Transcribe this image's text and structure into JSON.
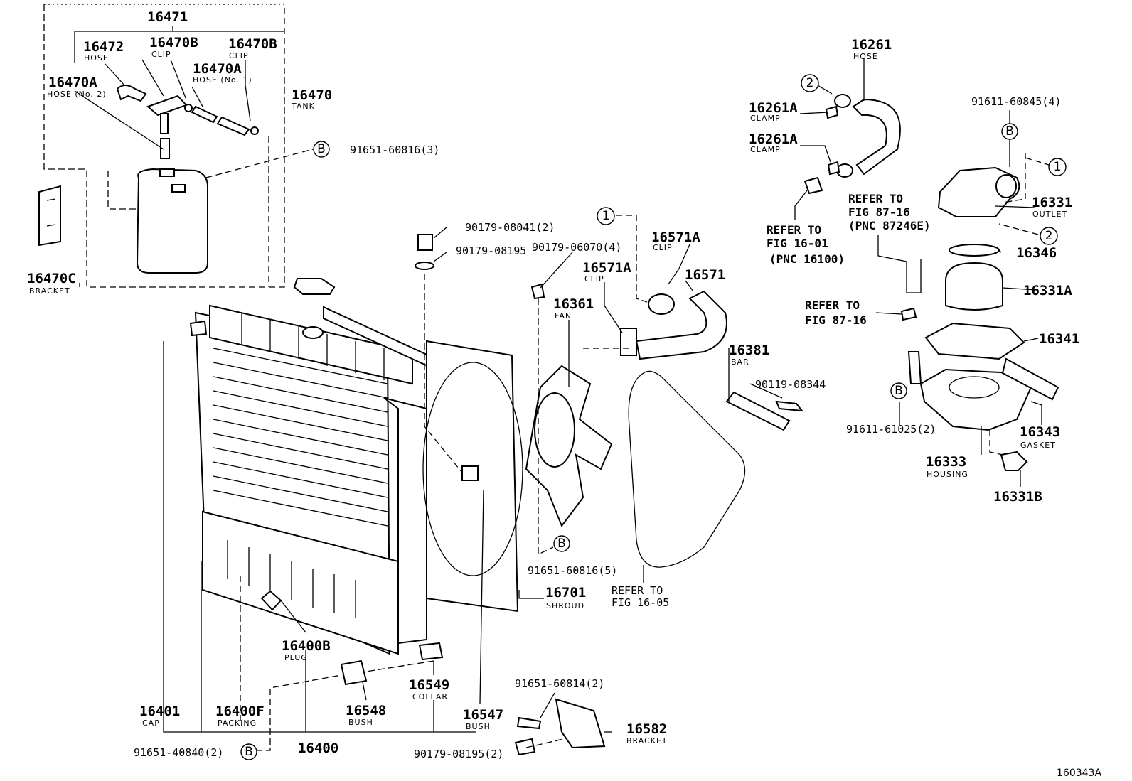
{
  "figure_id": "160343A",
  "labels": [
    {
      "id": "16471",
      "pn": "16471",
      "desc": ""
    },
    {
      "id": "16472",
      "pn": "16472",
      "desc": "HOSE"
    },
    {
      "id": "16470B-1",
      "pn": "16470B",
      "desc": "CLIP"
    },
    {
      "id": "16470B-2",
      "pn": "16470B",
      "desc": "CLIP"
    },
    {
      "id": "16470A-1",
      "pn": "16470A",
      "desc": "HOSE (No. 1)"
    },
    {
      "id": "16470A-2",
      "pn": "16470A",
      "desc": "HOSE (No. 2)"
    },
    {
      "id": "16470",
      "pn": "16470",
      "desc": "TANK"
    },
    {
      "id": "16470C",
      "pn": "16470C",
      "desc": "BRACKET"
    },
    {
      "id": "91651-60816-3",
      "pn": "91651-60816(3)",
      "desc": ""
    },
    {
      "id": "90179-08041",
      "pn": "90179-08041(2)",
      "desc": ""
    },
    {
      "id": "90179-08195-top",
      "pn": "90179-08195",
      "desc": ""
    },
    {
      "id": "90179-06070",
      "pn": "90179-06070(4)",
      "desc": ""
    },
    {
      "id": "16571A-1",
      "pn": "16571A",
      "desc": "CLIP"
    },
    {
      "id": "16571A-2",
      "pn": "16571A",
      "desc": "CLIP"
    },
    {
      "id": "16571",
      "pn": "16571",
      "desc": ""
    },
    {
      "id": "16361",
      "pn": "16361",
      "desc": "FAN"
    },
    {
      "id": "16381",
      "pn": "16381",
      "desc": "BAR"
    },
    {
      "id": "90119-08344",
      "pn": "90119-08344",
      "desc": ""
    },
    {
      "id": "91651-60816-5",
      "pn": "91651-60816(5)",
      "desc": ""
    },
    {
      "id": "16701",
      "pn": "16701",
      "desc": "SHROUD"
    },
    {
      "id": "16400B",
      "pn": "16400B",
      "desc": "PLUG"
    },
    {
      "id": "16549",
      "pn": "16549",
      "desc": "COLLAR"
    },
    {
      "id": "16401",
      "pn": "16401",
      "desc": "CAP"
    },
    {
      "id": "16400F",
      "pn": "16400F",
      "desc": "PACKING"
    },
    {
      "id": "16548",
      "pn": "16548",
      "desc": "BUSH"
    },
    {
      "id": "16547",
      "pn": "16547",
      "desc": "BUSH"
    },
    {
      "id": "16400",
      "pn": "16400",
      "desc": ""
    },
    {
      "id": "91651-40840",
      "pn": "91651-40840(2)",
      "desc": ""
    },
    {
      "id": "90179-08195-bot",
      "pn": "90179-08195(2)",
      "desc": ""
    },
    {
      "id": "91651-60814",
      "pn": "91651-60814(2)",
      "desc": ""
    },
    {
      "id": "16582",
      "pn": "16582",
      "desc": "BRACKET"
    },
    {
      "id": "16261",
      "pn": "16261",
      "desc": "HOSE"
    },
    {
      "id": "16261A-1",
      "pn": "16261A",
      "desc": "CLAMP"
    },
    {
      "id": "16261A-2",
      "pn": "16261A",
      "desc": "CLAMP"
    },
    {
      "id": "91611-60845",
      "pn": "91611-60845(4)",
      "desc": ""
    },
    {
      "id": "16331",
      "pn": "16331",
      "desc": "OUTLET"
    },
    {
      "id": "16346",
      "pn": "16346",
      "desc": ""
    },
    {
      "id": "16331A",
      "pn": "16331A",
      "desc": ""
    },
    {
      "id": "16341",
      "pn": "16341",
      "desc": ""
    },
    {
      "id": "91611-61025",
      "pn": "91611-61025(2)",
      "desc": ""
    },
    {
      "id": "16343",
      "pn": "16343",
      "desc": "GASKET"
    },
    {
      "id": "16333",
      "pn": "16333",
      "desc": "HOUSING"
    },
    {
      "id": "16331B",
      "pn": "16331B",
      "desc": ""
    }
  ],
  "references": [
    {
      "id": "ref-87-16-a",
      "lines": [
        "REFER TO",
        "FIG 87-16",
        "(PNC 87246E)"
      ]
    },
    {
      "id": "ref-16-01",
      "lines": [
        "REFER TO",
        "FIG 16-01",
        "(PNC 16100)"
      ]
    },
    {
      "id": "ref-87-16-b",
      "lines": [
        "REFER TO",
        "FIG 87-16"
      ]
    },
    {
      "id": "ref-16-05",
      "lines": [
        "REFER TO",
        "FIG 16-05"
      ]
    }
  ],
  "markers": {
    "one": "1",
    "two": "2",
    "b": "B"
  }
}
